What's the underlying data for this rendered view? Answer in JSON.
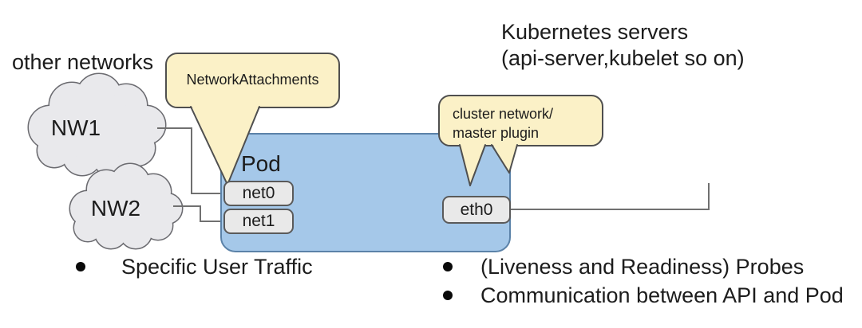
{
  "title_left": "other networks",
  "title_right": {
    "line1": "Kubernetes servers",
    "line2": "(api-server,kubelet so on)"
  },
  "clouds": [
    {
      "label": "NW1"
    },
    {
      "label": "NW2"
    }
  ],
  "pod": {
    "label": "Pod",
    "interfaces": [
      {
        "label": "net0"
      },
      {
        "label": "net1"
      },
      {
        "label": "eth0"
      }
    ]
  },
  "callouts": {
    "network_attachments": {
      "text": "NetworkAttachments"
    },
    "cluster_network": {
      "line1": "cluster network/",
      "line2": "master plugin"
    }
  },
  "bullets": {
    "left": [
      "Specific User Traffic"
    ],
    "right": [
      "(Liveness and Readiness) Probes",
      "Communication between API and Pod"
    ]
  },
  "icons": {
    "cloud": "cloud-shape",
    "speech_bubble": "callout-bubble",
    "bullet": "filled-dot"
  },
  "colors": {
    "pod_fill": "#a5c8e9",
    "pod_stroke": "#5b82a8",
    "callout_fill": "#fbf1c7",
    "callout_stroke": "#4f4f4f",
    "iface_fill": "#e9e9e9",
    "iface_stroke": "#5a5a5a",
    "cloud_fill": "#e9e9ec",
    "cloud_stroke": "#6b6b70",
    "connector": "#707070",
    "text": "#1c1c1c"
  }
}
